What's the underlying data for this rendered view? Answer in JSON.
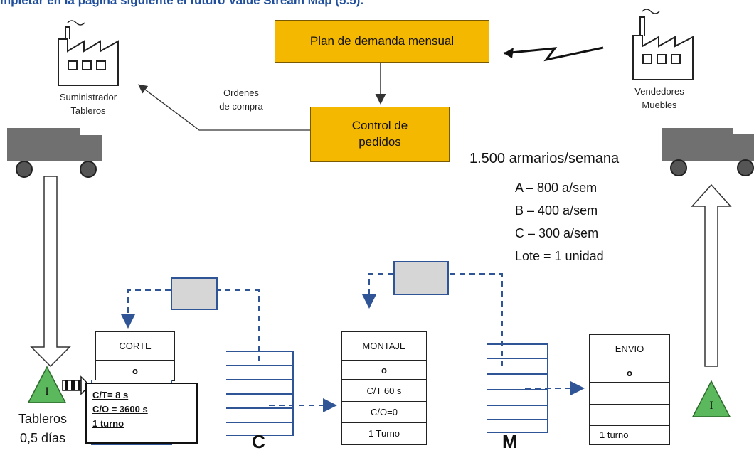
{
  "heading": "mpletar en la página siguiente el futuro Value Stream Map (5.5).",
  "plan_box": "Plan de demanda mensual",
  "control_box_lines": [
    "Control de",
    "pedidos"
  ],
  "ordenes_lines": [
    "Ordenes",
    "de compra"
  ],
  "supplier_lines": [
    "Suministrador",
    "Tableros"
  ],
  "customer_lines": [
    "Vendedores",
    "Muebles"
  ],
  "demand": {
    "total": "1.500 armarios/semana",
    "a": "A – 800 a/sem",
    "b": "B – 400 a/sem",
    "c": "C – 300 a/sem",
    "lote": "Lote = 1 unidad"
  },
  "inventory_symbol": "I",
  "tableros_lines": [
    "Tableros",
    "0,5 días"
  ],
  "corte": {
    "title": "CORTE",
    "operator": "o",
    "info": [
      "C/T= 8 s",
      "C/O = 3600 s",
      "1 turno"
    ]
  },
  "montaje": {
    "title": "MONTAJE",
    "operator": "o",
    "ct": "C/T 60 s",
    "co": "C/O=0",
    "turno": "1 Turno"
  },
  "envio": {
    "title": "ENVIO",
    "operator": "o",
    "turno": "1 turno"
  },
  "supermarket_labels": [
    "C",
    "M"
  ],
  "colors": {
    "process_box": "#f5b800",
    "flow_arrow": "#2f5597",
    "kanban": "#d6d6d6",
    "truck": "#707070",
    "inventory": "#5cb85c",
    "heading": "#1f4e9c"
  }
}
